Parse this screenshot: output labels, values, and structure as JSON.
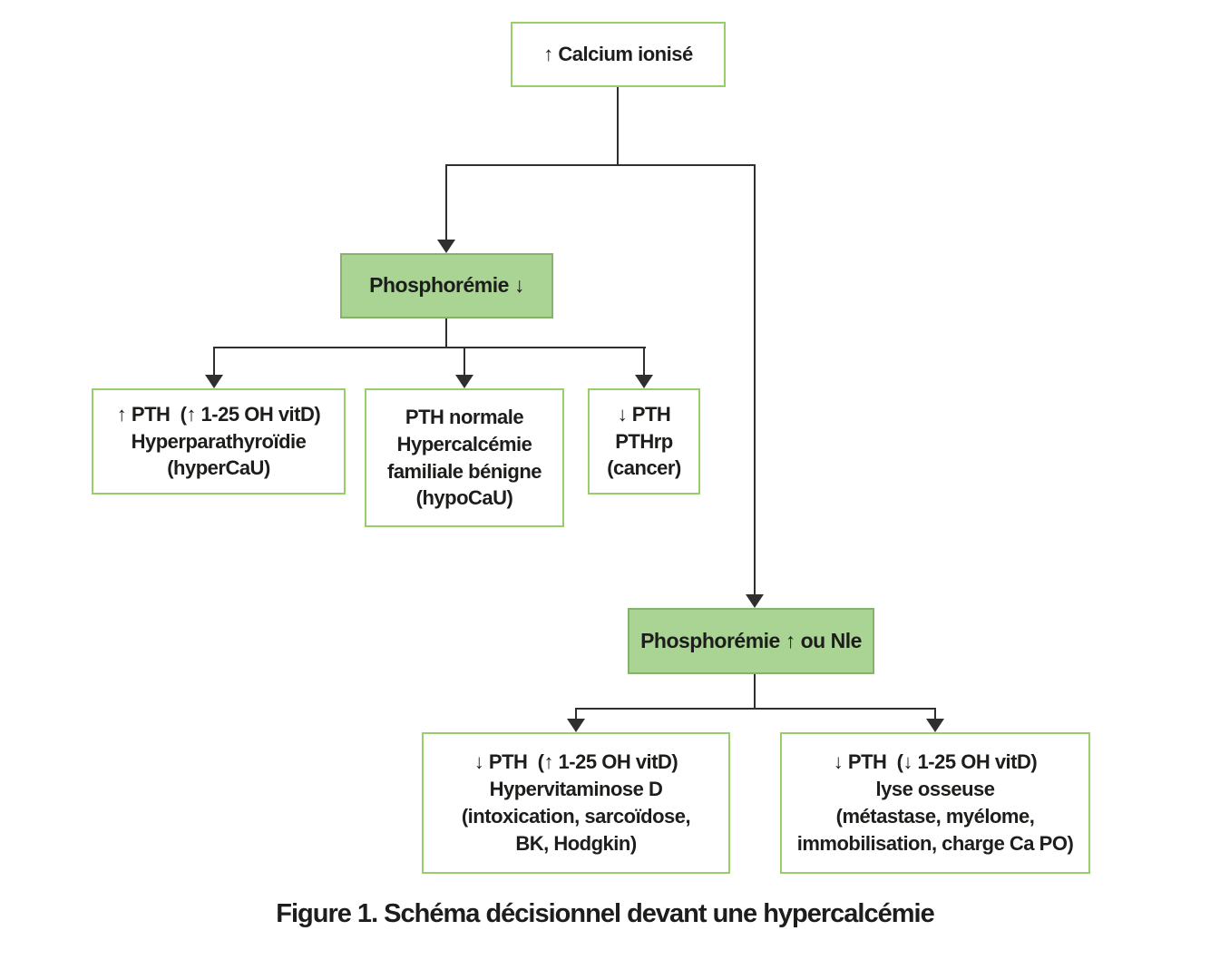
{
  "colors": {
    "canvas_bg": "#ffffff",
    "line": "#2f2f2f",
    "text": "#1d1d1b",
    "outline_box_border": "#97ce68",
    "filled_box_bg": "#a9d494",
    "filled_box_border": "#84b369"
  },
  "figure": {
    "caption": "Figure 1. Schéma décisionnel devant une hypercalcémie"
  },
  "nodes": {
    "root": {
      "text": "↑ Calcium ionisé"
    },
    "phospho_low": {
      "text": "Phosphorémie ↓"
    },
    "pth_high": {
      "text": "↑ PTH  (↑ 1-25 OH vitD)\nHyperparathyroïdie\n(hyperCaU)"
    },
    "pth_normal": {
      "text": "PTH normale\nHypercalcémie\nfamiliale bénigne\n(hypoCaU)"
    },
    "pth_low_pthrp": {
      "text": "↓ PTH\nPTHrp\n(cancer)"
    },
    "phospho_high": {
      "text": "Phosphorémie ↑ ou Nle"
    },
    "hypervitaminose": {
      "text": "↓ PTH  (↑ 1-25 OH vitD)\nHypervitaminose D\n(intoxication, sarcoïdose,\nBK, Hodgkin)"
    },
    "lyse_osseuse": {
      "text": "↓ PTH  (↓ 1-25 OH vitD)\nlyse osseuse\n(métastase, myélome,\nimmobilisation, charge Ca PO)"
    }
  }
}
